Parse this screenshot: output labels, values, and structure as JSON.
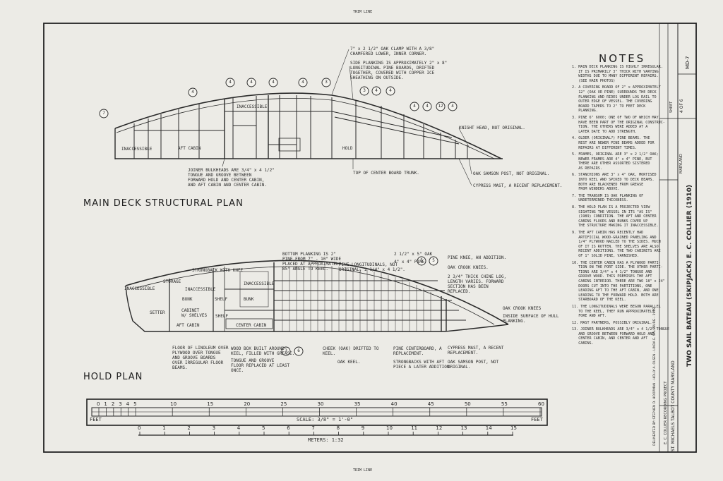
{
  "sheet": {
    "trim_top": "TRIM LINE",
    "trim_bottom": "TRIM LINE",
    "main_plan_title": "MAIN DECK STRUCTURAL PLAN",
    "hold_plan_title": "HOLD PLAN",
    "scale_label": "SCALE: 3/8\" = 1'-0\"",
    "meters_label": "METERS: 1:32",
    "feet_left": "FEET",
    "feet_right": "FEET"
  },
  "title_block": {
    "vessel_title": "TWO SAIL BATEAU (SKIPJACK) E. C. COLLIER (1910)",
    "location_line": "ST. MICHAELS                TALBOT COUNTY                MARYLAND",
    "state": "MARYLAND",
    "short_name": "E. C. COLLIER RECORDING PROJECT",
    "delineators": "DELINEATED BY: STEPHEN D. HOOPMAN - HOLLY A. OLSEN - LINDA E. SALSBURG - 1989",
    "sheet_label": "SHEET",
    "sheet_no": "4 OF 6",
    "survey_no": "MD-7"
  },
  "notes": {
    "title": "NOTES",
    "items": [
      "1. MAIN DECK PLANKING IS HIGHLY IRREGULAR.\n   IT IS PRIMARILY 3\" THICK WITH VARYING\n   WIDTHS DUE TO MANY DIFFERENT REPAIRS.\n   (SEE HAER PHOTOS)",
      "2. A COVERING BOARD OF 2\" x APPROXIMATELY\n   12\" (OAK OR PINE) SURROUNDS THE DECK\n   PLANKING AND RIDES UNDER LOG RAIL TO\n   OUTER EDGE OF VESSEL. THE COVERING\n   BOARD TAPERS TO 2\" TO FEET DECK\n   PLANKING.",
      "3. PINE 6\" 6000; ONE OF TWO OF WHICH MAY\n   HAVE BEEN PART OF THE ORIGINAL CONSTRUC-\n   TION. THE OTHERS WERE ADDED AT A\n   LATER DATE TO ADD STRENGTH.",
      "4. OLDER (ORIGINAL?) PINE BEAMS. THE\n   REST ARE NEWER PINE BEAMS ADDED FOR\n   REPAIRS AT DIFFERENT TIMES.",
      "5. FRAMES, ORIGINAL ARE 3\" x 2 1/2\" OAK;\n   NEWER FRAMES ARE 4\" x 4\" PINE, BUT\n   THERE ARE OTHER ASSORTED SISTERED\n   AS REPAIRS.",
      "6. STANCHIONS ARE 3\" x 4\" OAK, MORTISED\n   INTO KEEL AND SPIKED TO DECK BEAMS.\n   BOTH ARE BLACKENED FROM GREASE\n   FROM WINDERS ABOVE.",
      "7. THE TRANSOM IS OAK PLANKING OF\n   UNDETERMINED THICKNESS.",
      "8. THE HOLD PLAN IS A PROJECTED VIEW\n   SIGHTING THE VESSEL IN ITS \"AS IS\"\n   (1989) CONDITION. THE AFT AND CENTER\n   CABINS FLOORS AND BUNKS COVER UP\n   THE STRUCTURE MAKING IT INACCESSIBLE.",
      "9. THE AFT CABIN HAS RECENTLY HAD\n   ARTIFICIAL WOOD-GRAINED PANELING AND\n   1/4\" PLYWOOD NAILED TO THE SIDES. MUCH\n   OF IT IS ROTTEN. THE SHELVES ARE ALSO\n   RECENT ADDITIONS. THE TWO CABINETS ARE\n   OF 1\" SOLID PINE, VARNISHED.",
      "10. THE CENTER CABIN HAS A PLYWOOD PARTI-\n   TION ON THE PORT SIDE. THE OTHER PARTI-\n   TIONS ARE 3/4\" x 4 1/2\" TONGUE AND\n   GROOVE WOOD. THIS PREMISES THE AFT\n   CABINS INTERIOR. THERE ARE TWO 18\" x 24\"\n   DOORS CUT INTO THE PARTITIONS, ONE\n   LEADING AFT TO THE AFT CABIN, AND ONE\n   LEADING TO THE FORWARD HOLD. BOTH ARE\n   STARBOARD OF THE KEEL.",
      "11. THE LONGITUDINALS WERE BEGUN PARALLEL\n   TO THE KEEL, THEY RUN APPROXIMATELY\n   FORE AND AFT.",
      "12. MAST PARTNERS, POSSIBLY ORIGINAL.",
      "13. JOINER BULKHEADS ARE 3/4\" x 4 1/2\" TONGUE\n   AND GROOVE BETWEEN FORWARD HOLD AND\n   CENTER CABIN, AND CENTER AND AFT\n   CABINS."
    ]
  },
  "main_plan": {
    "labels": {
      "inaccessible_aft": "INACCESSIBLE",
      "aft_cabin": "AFT CABIN",
      "inaccessible_top": "INACCESSIBLE",
      "hold": "HOLD",
      "clamp": "7\" x 2 1/2\" OAK CLAMP WITH A 3/8\"\nCHAMFERED LOWER, INNER CORNER.",
      "planking": "SIDE PLANKING IS APPROXIMATELY 2\" x 8\"\nLONGITUDINAL PINE BOARDS, DRIFTED\nTOGETHER, COVERED WITH COPPER ICE\nSHEATHING ON OUTSIDE.",
      "knight_head": "KNIGHT HEAD, NOT ORIGINAL.",
      "joiner": "JOINER BULKHEADS ARE 3/4\" x 4 1/2\"\nTONGUE AND GROOVE BETWEEN\nFORWARD HOLD AND CENTER CABIN,\nAND AFT CABIN AND CENTER CABIN.",
      "center_board": "TOP OF CENTER BOARD TRUNK.",
      "samson_post": "OAK SAMSON POST, NOT ORIGINAL.",
      "cypress_mast": "CYPRESS MAST, A RECENT REPLACEMENT."
    },
    "callouts": [
      "7",
      "4",
      "4",
      "4",
      "4",
      "4",
      "3",
      "3",
      "4",
      "4",
      "4",
      "4",
      "12",
      "4"
    ]
  },
  "hold_plan": {
    "labels": {
      "inaccessible": "INACCESSIBLE",
      "storage": "STORAGE",
      "inaccessible_top": "INACCESSIBLE",
      "stronghack": "STRONGBACK WITH KNEE",
      "bunk_left": "BUNK",
      "shelf_top": "SHELF",
      "bunk_mid": "BUNK",
      "inaccessible_mid": "INACCESSIBLE",
      "setter": "SETTER",
      "cabinet": "CABINET\nW/ SHELVES",
      "aft_cabin": "AFT CABIN",
      "shelf_side": "SHELF",
      "center_cabin": "CENTER CABIN",
      "bottom_planking": "BOTTOM PLANKING IS 2\"\nPINE FROM 7\" - 10\" WIDE\nPLACED AT APPROXIMATELY\n85° ANGLE TO KEEL.",
      "longitudinals": "PINE LONGITUDINALS, NOT\nORIGINAL, 2 1/4\" x 4 1/2\".",
      "oak_2x": "2 1/2\" x 5\" OAK",
      "pine_4x": "4\" x 4\" PINE",
      "pine_knee": "PINE KNEE, AN ADDITION.",
      "oak_crook": "OAK CROOK KNEES.",
      "chine_log": "2 3/4\" THICK CHINE LOG,\nLENGTH VARIES. FORWARD\nSECTION HAS BEEN\nREPLACED.",
      "oak_crook2": "OAK CROOK KNEES",
      "inside_surface": "INSIDE SURFACE OF HULL\nPLANKING.",
      "floor": "FLOOR OF LINOLEUM OVER\nPLYWOOD OVER TONGUE\nAND GROOVE BOARDS\nOVER IRREGULAR FLOOR\nBEAMS.",
      "wood_box": "WOOD BOX BUILT AROUND\nKEEL, FILLED WITH GREASE.",
      "tongue_groove": "TONGUE AND GROOVE\nFLOOR REPLACED AT LEAST\nONCE.",
      "cheek": "CHEEK (OAK) DRIFTED TO\nKEEL.",
      "oak_keel": "OAK KEEL.",
      "pine_centerboard": "PINE CENTERBOARD, A\nREPLACEMENT.",
      "strongbacks": "STRONGBACKS WITH AFT\nPIECE A LATER ADDITION.",
      "cypress": "CYPRESS MAST, A RECENT\nREPLACEMENT.",
      "oak_samson": "OAK SAMSON POST, NOT\nORIGINAL."
    },
    "callouts": [
      "5",
      "5",
      "3",
      "6"
    ]
  },
  "scale_feet": [
    "0",
    "1",
    "2",
    "3",
    "4",
    "5",
    "10",
    "15",
    "20",
    "25",
    "30",
    "35",
    "40",
    "45",
    "50",
    "55",
    "60"
  ],
  "scale_meters": [
    "0",
    "1",
    "2",
    "3",
    "4",
    "5",
    "6",
    "7",
    "8",
    "9",
    "10",
    "11",
    "12",
    "13",
    "14",
    "15"
  ]
}
